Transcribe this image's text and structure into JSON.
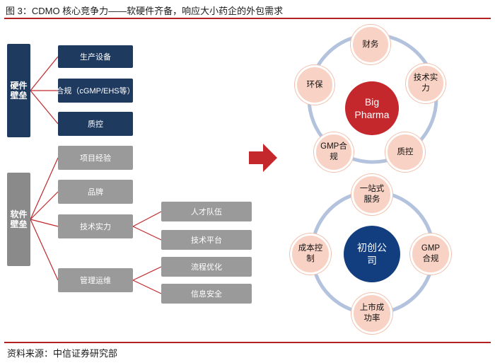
{
  "title": "图 3：CDMO 核心竞争力——软硬件齐备，响应大小药企的外包需求",
  "source": "资料来源：中信证券研究部",
  "hardware": {
    "label_line1": "硬件",
    "label_line2": "壁垒",
    "items": [
      "生产设备",
      "合规（cGMP/EHS等）",
      "质控"
    ]
  },
  "software": {
    "label_line1": "软件",
    "label_line2": "壁垒",
    "items": [
      "项目经验",
      "品牌",
      "技术实力",
      "管理运维"
    ],
    "tech_sub": [
      "人才队伍",
      "技术平台"
    ],
    "mgmt_sub": [
      "流程优化",
      "信息安全"
    ]
  },
  "big_pharma": {
    "center_line1": "Big",
    "center_line2": "Pharma",
    "nodes": [
      {
        "line1": "财务",
        "line2": ""
      },
      {
        "line1": "技术实",
        "line2": "力"
      },
      {
        "line1": "质控",
        "line2": ""
      },
      {
        "line1": "GMP合",
        "line2": "规"
      },
      {
        "line1": "环保",
        "line2": ""
      }
    ]
  },
  "startup": {
    "center_line1": "初创公",
    "center_line2": "司",
    "nodes": [
      {
        "line1": "一站式",
        "line2": "服务"
      },
      {
        "line1": "GMP",
        "line2": "合规"
      },
      {
        "line1": "上市成",
        "line2": "功率"
      },
      {
        "line1": "成本控",
        "line2": "制"
      }
    ]
  },
  "colors": {
    "accent_red": "#c5282c",
    "navy": "#1f3a5f",
    "gray": "#9a9a9a",
    "ring": "#b4c3dd",
    "node_fill": "#f8d2c4",
    "blue_center": "#123e80"
  }
}
